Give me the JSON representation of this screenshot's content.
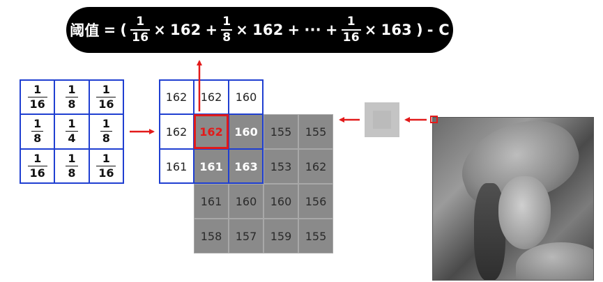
{
  "formula": {
    "label": "阈值",
    "equals": "=",
    "open_paren": "(",
    "close_paren": ")",
    "times": "×",
    "plus": "+",
    "ellipsis": "···",
    "minus_c": "- C",
    "terms": [
      {
        "num": "1",
        "den": "16",
        "value": "162"
      },
      {
        "num": "1",
        "den": "8",
        "value": "162"
      },
      {
        "num": "1",
        "den": "16",
        "value": "163"
      }
    ]
  },
  "kernel": [
    [
      {
        "num": "1",
        "den": "16"
      },
      {
        "num": "1",
        "den": "8"
      },
      {
        "num": "1",
        "den": "16"
      }
    ],
    [
      {
        "num": "1",
        "den": "8"
      },
      {
        "num": "1",
        "den": "4"
      },
      {
        "num": "1",
        "den": "8"
      }
    ],
    [
      {
        "num": "1",
        "den": "16"
      },
      {
        "num": "1",
        "den": "8"
      },
      {
        "num": "1",
        "den": "16"
      }
    ]
  ],
  "pixels": [
    [
      "162",
      "162",
      "160",
      "",
      ""
    ],
    [
      "162",
      "162",
      "160",
      "155",
      "155"
    ],
    [
      "161",
      "161",
      "163",
      "153",
      "162"
    ],
    [
      "",
      "161",
      "160",
      "160",
      "156"
    ],
    [
      "",
      "158",
      "157",
      "159",
      "155"
    ]
  ],
  "colors": {
    "accent_red": "#e21a1a",
    "grid_blue": "#1f3fd1",
    "pill_black": "#000000",
    "pixel_gray": "#8a8a8a"
  }
}
